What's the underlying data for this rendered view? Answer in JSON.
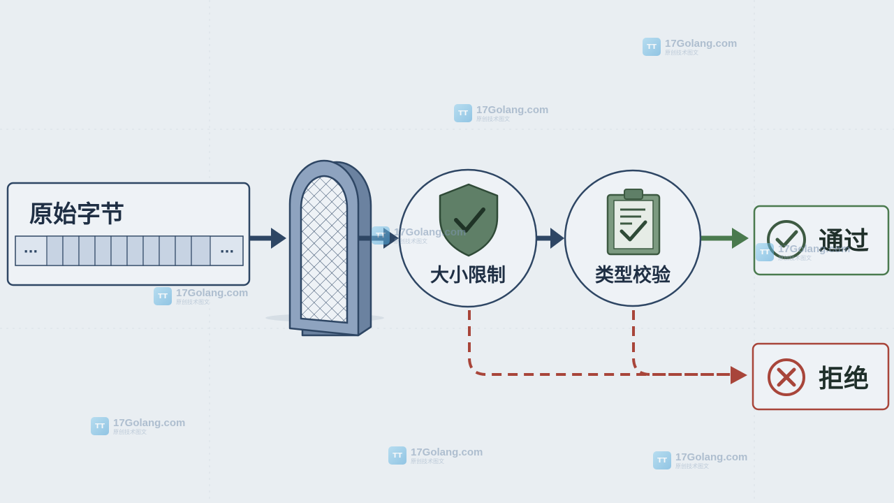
{
  "nodes": {
    "raw_bytes": {
      "label": "原始字节",
      "cell_ellipsis": "···"
    },
    "size_limit": {
      "label": "大小限制"
    },
    "type_check": {
      "label": "类型校验"
    },
    "pass": {
      "label": "通过"
    },
    "reject": {
      "label": "拒绝"
    }
  },
  "colors": {
    "navy": "#2e4664",
    "green": "#4a7a4e",
    "red": "#a8453a",
    "cell": "#c7d3e3"
  },
  "watermark": {
    "domain": "17Golang.com",
    "sub": "原创技术图文",
    "icon_text": "TT"
  }
}
